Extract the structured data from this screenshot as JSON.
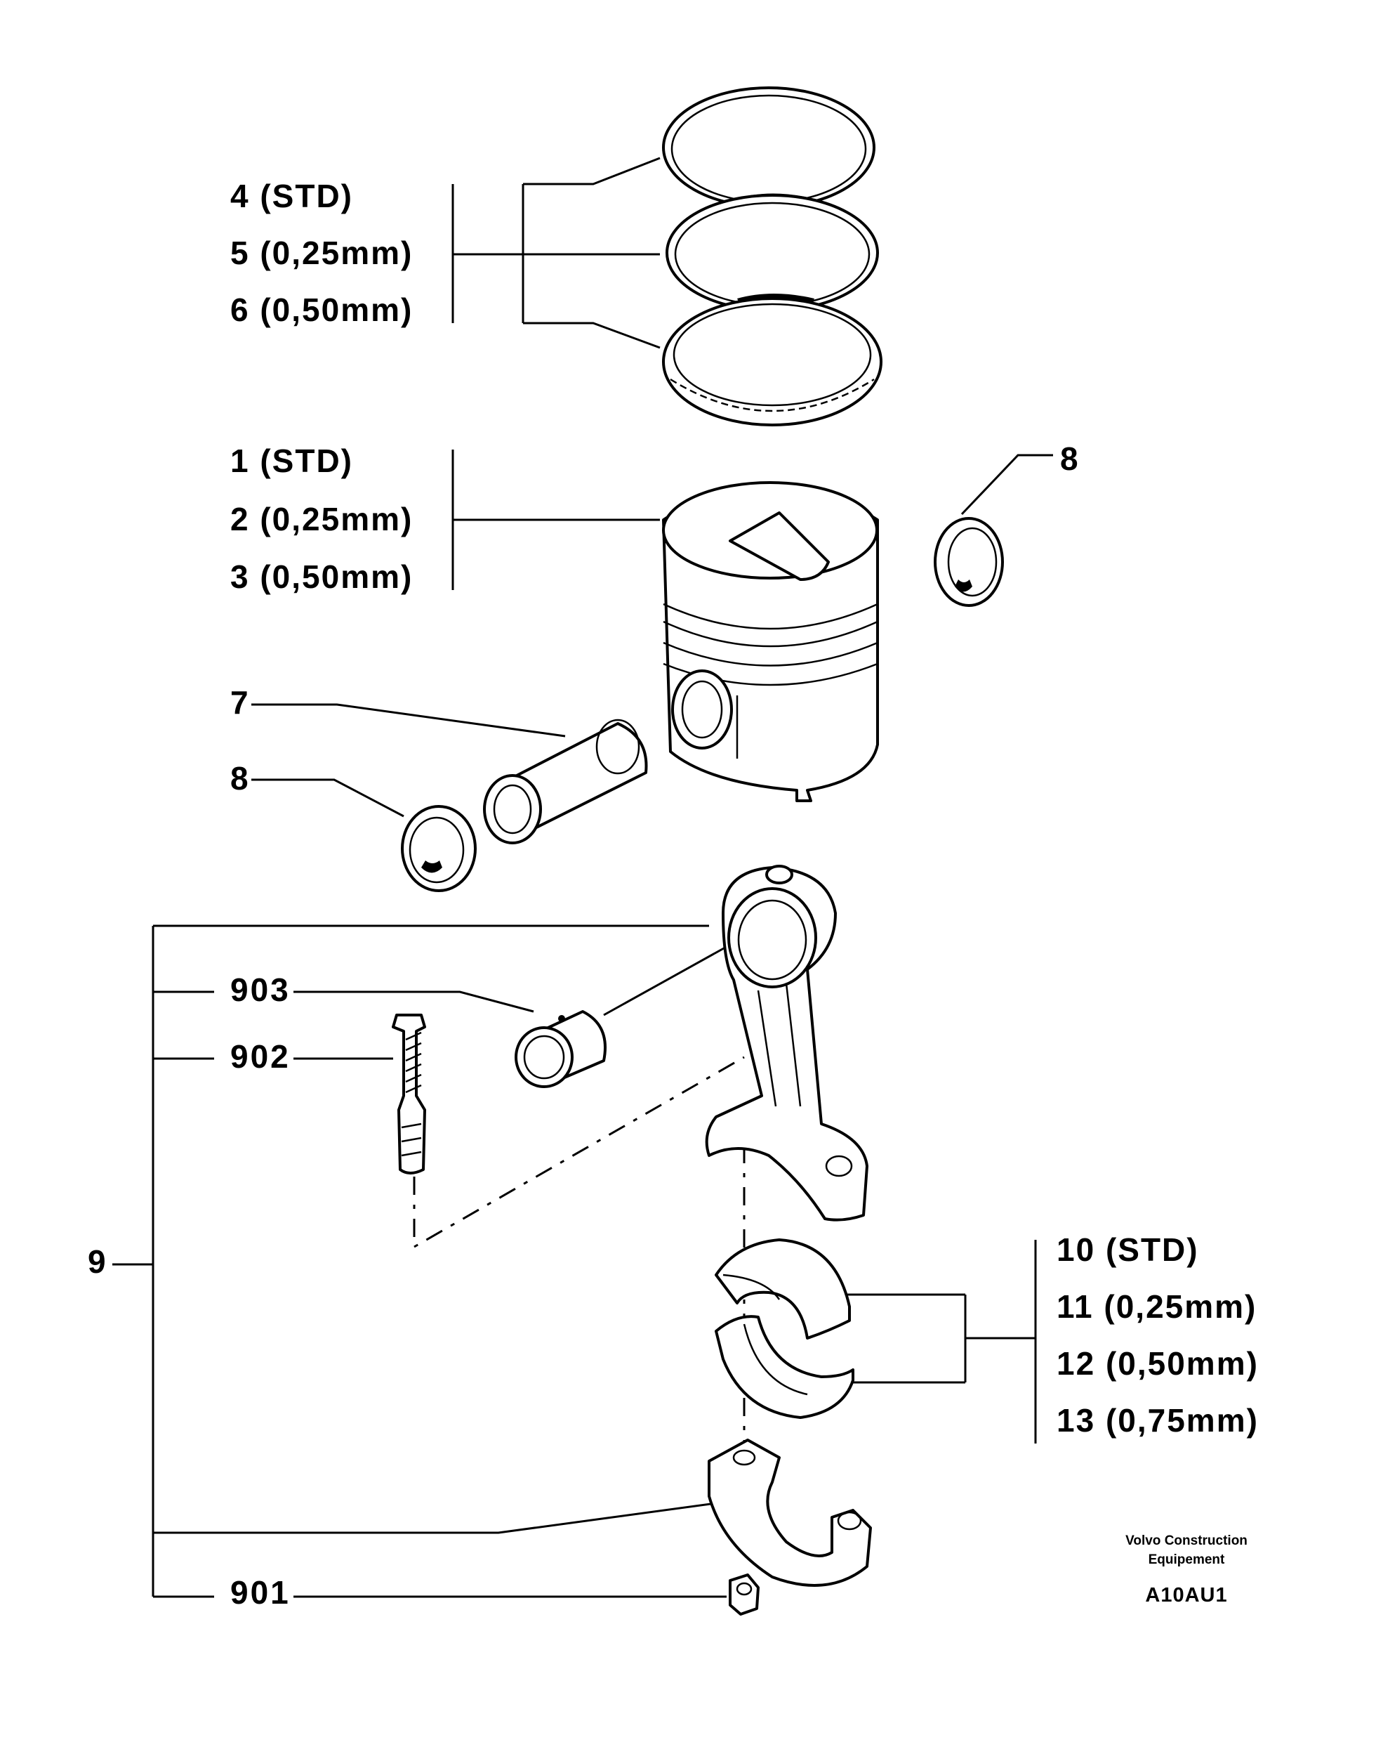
{
  "labels": {
    "rings": [
      "4 (STD)",
      "5 (0,25mm)",
      "6 (0,50mm)"
    ],
    "pistons": [
      "1 (STD)",
      "2 (0,25mm)",
      "3 (0,50mm)"
    ],
    "circlip_right": "8",
    "circlip_left": "8",
    "pin": "7",
    "rod_assembly": "9",
    "bushing": "903",
    "bolt": "902",
    "nut": "901",
    "bearings": [
      "10 (STD)",
      "11 (0,25mm)",
      "12 (0,50mm)",
      "13 (0,75mm)"
    ]
  },
  "footer": {
    "brand_line1": "Volvo Construction",
    "brand_line2": "Equipement",
    "code": "A10AU1"
  }
}
